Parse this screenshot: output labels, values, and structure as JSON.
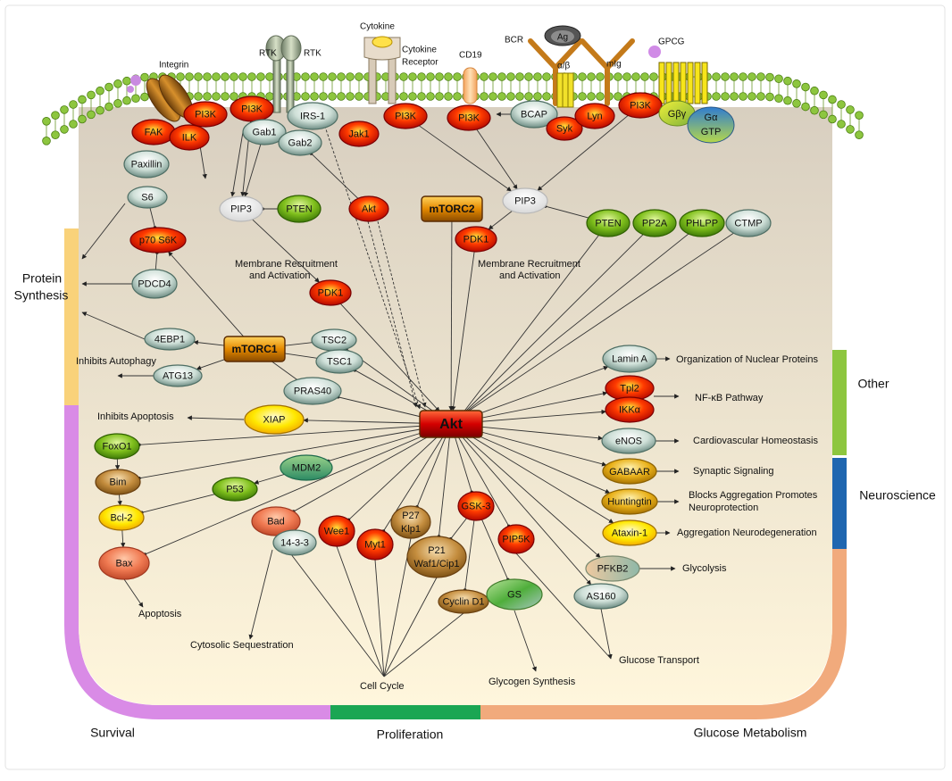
{
  "receptors": {
    "integrin": "Integrin",
    "rtk_left": "RTK",
    "rtk_right": "RTK",
    "cytokine": "Cytokine",
    "cytokine_receptor_1": "Cytokine",
    "cytokine_receptor_2": "Receptor",
    "cd19": "CD19",
    "bcr": "BCR",
    "ag": "Ag",
    "alpha_beta": "α/β",
    "mig": "mIg",
    "gpcg": "GPCG"
  },
  "nodes": {
    "pi3k_a": "PI3K",
    "fak": "FAK",
    "ilk": "ILK",
    "pi3k_b": "PI3K",
    "gab1": "Gab1",
    "irs1": "IRS-1",
    "gab2": "Gab2",
    "jak1": "Jak1",
    "pi3k_c": "PI3K",
    "pi3k_d": "PI3K",
    "bcap": "BCAP",
    "syk": "Syk",
    "lyn": "Lyn",
    "pi3k_e": "PI3K",
    "gbg": "Gβγ",
    "ga": "Gα",
    "gtp": "GTP",
    "paxillin": "Paxillin",
    "s6": "S6",
    "p70s6k": "p70 S6K",
    "pdcd4": "PDCD4",
    "pip3_left": "PIP3",
    "pten_left": "PTEN",
    "akt_small": "Akt",
    "mtorc2": "mTORC2",
    "pip3_right": "PIP3",
    "pdk1_right": "PDK1",
    "pten_right": "PTEN",
    "pp2a": "PP2A",
    "phlpp": "PHLPP",
    "ctmp": "CTMP",
    "pdk1_left": "PDK1",
    "4ebp1": "4EBP1",
    "mtorc1": "mTORC1",
    "tsc2": "TSC2",
    "tsc1": "TSC1",
    "atg13": "ATG13",
    "pras40": "PRAS40",
    "xiap": "XIAP",
    "akt": "Akt",
    "foxo1": "FoxO1",
    "bim": "Bim",
    "mdm2": "MDM2",
    "p53": "P53",
    "bcl2": "Bcl-2",
    "bad": "Bad",
    "p1433": "14-3-3",
    "bax": "Bax",
    "wee1": "Wee1",
    "myt1": "Myt1",
    "p27_1": "P27",
    "p27_2": "Klp1",
    "gsk3": "GSK-3",
    "p21_1": "P21",
    "p21_2": "Waf1/Cip1",
    "pip5k": "PIP5K",
    "cyclind1": "Cyclin D1",
    "gs": "GS",
    "lamina": "Lamin A",
    "tpl2": "Tpl2",
    "ikka": "IKKα",
    "enos": "eNOS",
    "gabaar": "GABAAR",
    "huntingtin": "Huntingtin",
    "ataxin1": "Ataxin-1",
    "pfkb2": "PFKB2",
    "as160": "AS160"
  },
  "labels": {
    "mem_recruit_left_1": "Membrane Recruitment",
    "mem_recruit_left_2": "and Activation",
    "mem_recruit_right_1": "Membrane Recruitment",
    "mem_recruit_right_2": "and Activation",
    "inhibits_autophagy": "Inhibits Autophagy",
    "inhibits_apoptosis": "Inhibits Apoptosis",
    "apoptosis": "Apoptosis",
    "cytosolic_sequestration": "Cytosolic Sequestration",
    "cell_cycle": "Cell Cycle",
    "glycogen_synthesis": "Glycogen Synthesis",
    "glucose_transport": "Glucose Transport",
    "org_nuclear": "Organization of Nuclear Proteins",
    "nfkb": "NF-κB Pathway",
    "cardio": "Cardiovascular Homeostasis",
    "synaptic": "Synaptic Signaling",
    "blocks_agg_1": "Blocks Aggregation Promotes",
    "blocks_agg_2": "Neuroprotection",
    "agg_neuro": "Aggregation Neurodegeneration",
    "glycolysis": "Glycolysis"
  },
  "categories": {
    "protein_synthesis_1": "Protein",
    "protein_synthesis_2": "Synthesis",
    "other": "Other",
    "neuroscience": "Neuroscience",
    "survival": "Survival",
    "proliferation": "Proliferation",
    "glucose_metabolism": "Glucose Metabolism"
  },
  "colors": {
    "membrane_bead": "#8dc63f",
    "cytoplasm_top": "#d8cfc0",
    "cytoplasm_bottom": "#fff6dc",
    "protein_synthesis_bar": "#f9d27a",
    "other_bar": "#8dc63f",
    "neuroscience_bar": "#1f66b0",
    "survival_bar": "#d98be6",
    "proliferation_bar": "#1aa653",
    "glucose_metabolism_bar": "#f1aa7c"
  }
}
